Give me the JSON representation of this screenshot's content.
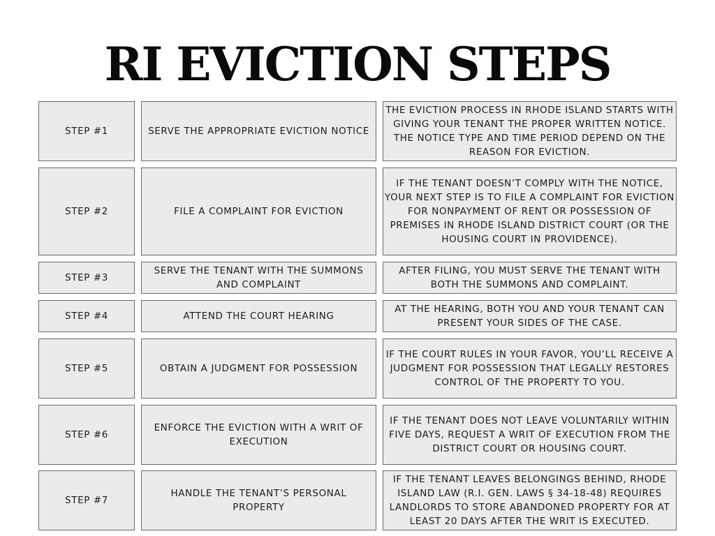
{
  "title": "RI EVICTION STEPS",
  "steps": [
    {
      "step": "STEP #1",
      "action": "SERVE THE APPROPRIATE EVICTION NOTICE",
      "description": "THE EVICTION PROCESS IN RHODE ISLAND STARTS WITH GIVING YOUR TENANT THE PROPER WRITTEN NOTICE. THE NOTICE TYPE AND TIME PERIOD DEPEND ON THE REASON FOR EVICTION."
    },
    {
      "step": "STEP #2",
      "action": "FILE A COMPLAINT FOR EVICTION",
      "description": "IF THE TENANT DOESN’T COMPLY WITH THE NOTICE, YOUR NEXT STEP IS TO FILE A COMPLAINT FOR EVICTION FOR NONPAYMENT OF RENT OR POSSESSION OF PREMISES IN RHODE ISLAND DISTRICT COURT (OR THE HOUSING COURT IN PROVIDENCE)."
    },
    {
      "step": "STEP #3",
      "action": "SERVE THE TENANT WITH THE SUMMONS AND COMPLAINT",
      "description": "AFTER FILING, YOU MUST SERVE THE TENANT WITH BOTH THE SUMMONS AND COMPLAINT."
    },
    {
      "step": "STEP #4",
      "action": "ATTEND THE COURT HEARING",
      "description": "AT THE HEARING, BOTH YOU AND YOUR TENANT CAN PRESENT YOUR SIDES OF THE CASE."
    },
    {
      "step": "STEP #5",
      "action": "OBTAIN A JUDGMENT FOR POSSESSION",
      "description": "IF THE COURT RULES IN YOUR FAVOR, YOU’LL RECEIVE A JUDGMENT FOR POSSESSION THAT LEGALLY RESTORES CONTROL OF THE PROPERTY TO YOU."
    },
    {
      "step": "STEP #6",
      "action": "ENFORCE THE EVICTION WITH A WRIT OF EXECUTION",
      "description": "IF THE TENANT DOES NOT LEAVE VOLUNTARILY WITHIN FIVE DAYS, REQUEST A WRIT OF EXECUTION FROM THE DISTRICT COURT OR HOUSING COURT."
    },
    {
      "step": "STEP #7",
      "action": "HANDLE THE TENANT’S PERSONAL PROPERTY",
      "description": "IF THE TENANT LEAVES BELONGINGS BEHIND, RHODE ISLAND LAW (R.I. GEN. LAWS § 34-18-48) REQUIRES LANDLORDS TO STORE ABANDONED PROPERTY FOR AT LEAST 20 DAYS AFTER THE WRIT IS EXECUTED."
    }
  ]
}
